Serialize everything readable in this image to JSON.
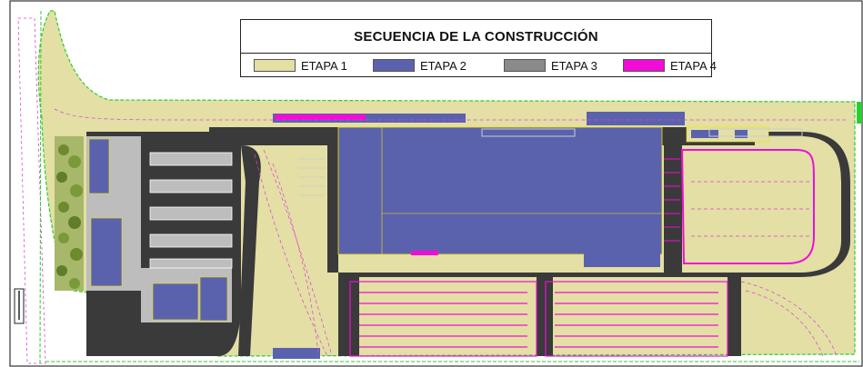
{
  "legend": {
    "title": "SECUENCIA DE LA CONSTRUCCIÓN",
    "items": [
      {
        "label": "ETAPA 1",
        "color": "#e3dfa5"
      },
      {
        "label": "ETAPA 2",
        "color": "#5b62ad"
      },
      {
        "label": "ETAPA 3",
        "color": "#8a8a8a"
      },
      {
        "label": "ETAPA 4",
        "color": "#f20cd8"
      }
    ]
  },
  "colors": {
    "asphalt": "#3a3a3a",
    "site_boundary": "#2ecc2e",
    "road_marking": "#e040d0",
    "vegetation": "#7a9a3a",
    "sidewalk": "#bdbdbd"
  }
}
